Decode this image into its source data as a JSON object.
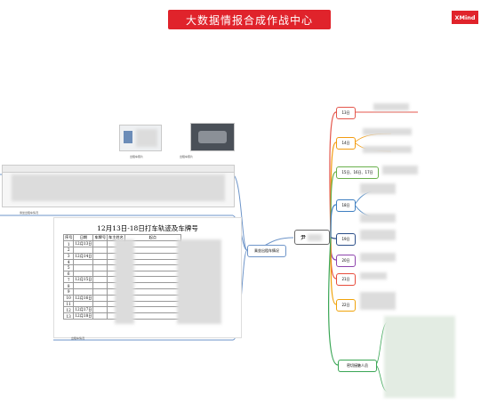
{
  "banner": {
    "title": "大数据情报合成作战中心"
  },
  "brand": {
    "label": "XMind"
  },
  "root": {
    "label": "尹"
  },
  "main_branch": {
    "label": "乘坐出租车情况"
  },
  "contacts_branch": {
    "label": "密切接触人员"
  },
  "dates": [
    {
      "label": "13日",
      "color": "#e4574c"
    },
    {
      "label": "14日",
      "color": "#f39c12"
    },
    {
      "label": "15日、16日、17日",
      "color": "#6ab04c"
    },
    {
      "label": "18日",
      "color": "#3e7fc1"
    },
    {
      "label": "19日",
      "color": "#2c4f8a"
    },
    {
      "label": "20日",
      "color": "#8e44ad"
    },
    {
      "label": "21日",
      "color": "#e74c3c"
    },
    {
      "label": "22日",
      "color": "#f0a30a"
    }
  ],
  "photos": [
    {
      "caption": "出租车照片"
    },
    {
      "caption": "出租车照片"
    }
  ],
  "sheet_caption": "乘坐出租车情况",
  "sheet": {
    "title": "12月13日-18日打车轨迹及车牌号",
    "headers": [
      "序号",
      "日期",
      "车牌号",
      "车主姓名",
      "起点"
    ],
    "rows": [
      [
        "1",
        "12月13日"
      ],
      [
        "2",
        ""
      ],
      [
        "3",
        "12月14日"
      ],
      [
        "4",
        ""
      ],
      [
        "5",
        ""
      ],
      [
        "6",
        ""
      ],
      [
        "7",
        "12月15日"
      ],
      [
        "8",
        ""
      ],
      [
        "9",
        ""
      ],
      [
        "10",
        "12月16日"
      ],
      [
        "11",
        ""
      ],
      [
        "12",
        "12月17日"
      ],
      [
        "13",
        "12月18日"
      ]
    ],
    "footer_caption": "出租车情况"
  }
}
